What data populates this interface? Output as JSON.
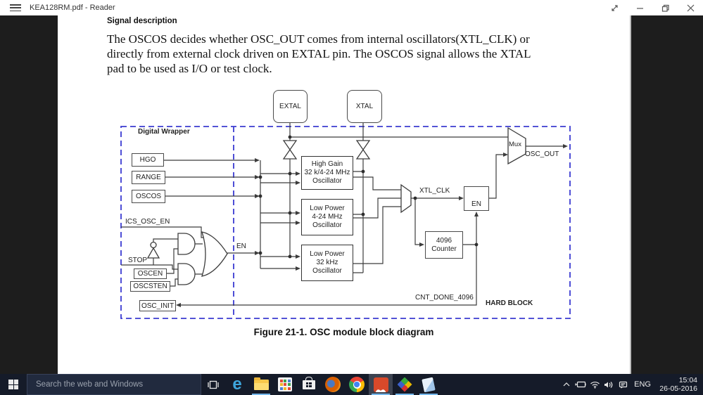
{
  "titlebar": {
    "title": "KEA128RM.pdf - Reader"
  },
  "document": {
    "heading": "Signal description",
    "body": "The OSCOS decides whether OSC_OUT comes from internal oscillators(XTL_CLK) or\ndirectly from external clock driven on EXTAL pin. The OSCOS signal allows the XTAL\npad to be used as I/O or test clock.",
    "caption": "Figure 21-1. OSC module block diagram"
  },
  "diagram": {
    "wrapper_label": "Digital Wrapper",
    "hard_block_label": "HARD BLOCK",
    "pins": {
      "extal": "EXTAL",
      "xtal": "XTAL"
    },
    "controls": {
      "hgo": "HGO",
      "range": "RANGE",
      "oscos": "OSCOS"
    },
    "oscillators": {
      "high_gain": "High Gain\n32 k/4-24 MHz\nOscillator",
      "low_power_hf": "Low Power\n4-24 MHz\nOscillator",
      "low_power_lf": "Low Power\n32 kHz\nOscillator"
    },
    "signals": {
      "ics_osc_en": "ICS_OSC_EN",
      "stop": "STOP",
      "oscen": "OSCEN",
      "oscsten": "OSCSTEN",
      "osc_init": "OSC_INIT",
      "en_gate": "EN",
      "en_block": "EN",
      "xtl_clk": "XTL_CLK",
      "counter": "4096\nCounter",
      "mux": "Mux",
      "osc_out": "OSC_OUT",
      "cnt_done": "CNT_DONE_4096"
    }
  },
  "taskbar": {
    "search_placeholder": "Search the web and Windows",
    "language": "ENG",
    "time": "15:04",
    "date": "26-05-2016",
    "icons": [
      "task-view",
      "edge",
      "file-explorer",
      "app-grid",
      "store",
      "firefox",
      "chrome",
      "reader",
      "pinwheel",
      "notes"
    ]
  },
  "colors": {
    "dash_blue": "#3b3bd1",
    "taskbar_bg": "#151b29",
    "running_underline": "#76b9ed",
    "reader_icon": "#d8492a"
  }
}
